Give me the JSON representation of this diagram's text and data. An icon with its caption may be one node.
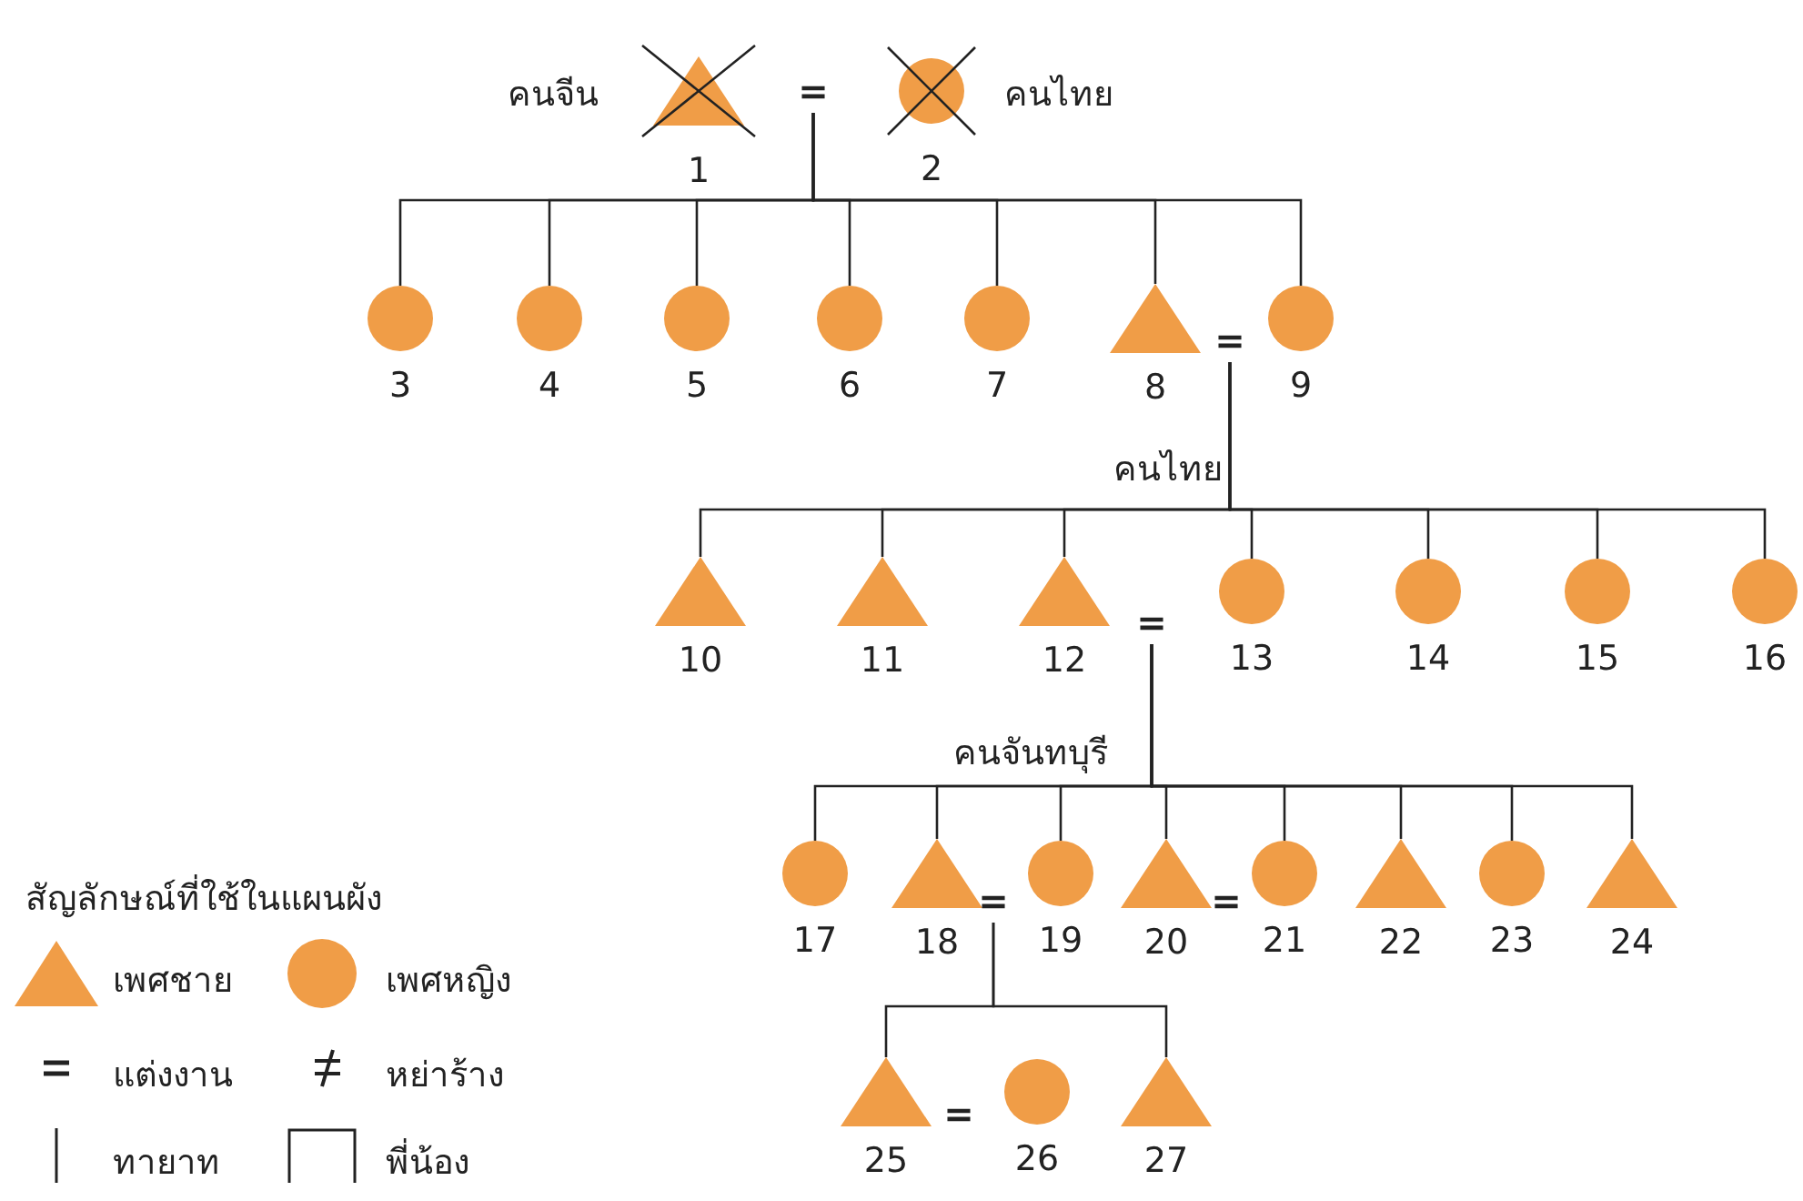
{
  "diagram": {
    "nodes": [
      {
        "text": [],
        "shape": "crossed-triangle",
        "beside": [
          "คนจีน",
          "1"
        ]
      },
      {
        "text": [
          "="
        ]
      },
      {
        "text": [],
        "shape": "crossed-circle",
        "beside": [
          "คนไทย",
          "2"
        ]
      },
      {
        "text": [],
        "shape": "circle",
        "beside": [
          "3"
        ]
      },
      {
        "text": [],
        "shape": "circle",
        "beside": [
          "4"
        ]
      },
      {
        "text": [],
        "shape": "circle",
        "beside": [
          "5"
        ]
      },
      {
        "text": [],
        "shape": "circle",
        "beside": [
          "6"
        ]
      },
      {
        "text": [],
        "shape": "circle",
        "beside": [
          "7"
        ]
      },
      {
        "text": [],
        "shape": "triangle",
        "beside": [
          "8"
        ]
      },
      {
        "text": [
          "="
        ]
      },
      {
        "text": [],
        "shape": "circle",
        "beside": [
          "9"
        ]
      },
      {
        "text": [],
        "shape": "triangle",
        "beside": [
          "10"
        ]
      },
      {
        "text": [],
        "shape": "triangle",
        "beside": [
          "11"
        ]
      },
      {
        "text": [],
        "shape": "triangle",
        "beside": [
          "12"
        ]
      },
      {
        "text": [
          "="
        ]
      },
      {
        "text": [],
        "shape": "circle",
        "beside": [
          "13"
        ]
      },
      {
        "text": [],
        "shape": "circle",
        "beside": [
          "14"
        ]
      },
      {
        "text": [],
        "shape": "circle",
        "beside": [
          "15"
        ]
      },
      {
        "text": [],
        "shape": "circle",
        "beside": [
          "16"
        ]
      },
      {
        "text": [],
        "shape": "circle",
        "beside": [
          "17"
        ]
      },
      {
        "text": [],
        "shape": "triangle",
        "beside": [
          "18"
        ]
      },
      {
        "text": [
          "="
        ]
      },
      {
        "text": [],
        "shape": "circle",
        "beside": [
          "19"
        ]
      },
      {
        "text": [],
        "shape": "triangle",
        "beside": [
          "20"
        ]
      },
      {
        "text": [],
        "shape": "circle",
        "beside": [
          "21"
        ]
      },
      {
        "text": [],
        "shape": "triangle",
        "beside": [
          "22"
        ]
      },
      {
        "text": [],
        "shape": "circle",
        "beside": [
          "23"
        ]
      },
      {
        "text": [],
        "shape": "triangle",
        "beside": [
          "24"
        ]
      },
      {
        "text": [],
        "shape": "triangle",
        "beside": [
          "25"
        ]
      },
      {
        "text": [],
        "shape": "circle",
        "beside": [
          "26"
        ]
      },
      {
        "text": [],
        "shape": "triangle",
        "beside": [
          "27"
        ]
      }
    ],
    "edges": [
      {
        "from": 1,
        "to": 3,
        "arrow": "none"
      },
      {
        "from": 1,
        "to": 4,
        "arrow": "none"
      },
      {
        "from": 1,
        "to": 5,
        "arrow": "none"
      },
      {
        "from": 1,
        "to": 6,
        "arrow": "none"
      },
      {
        "from": 1,
        "to": 7,
        "arrow": "none"
      },
      {
        "from": 1,
        "to": 8,
        "arrow": "none"
      },
      {
        "from": 1,
        "to": 10,
        "arrow": "none"
      },
      {
        "from": 9,
        "to": 11,
        "arrow": "none"
      },
      {
        "from": 9,
        "to": 12,
        "arrow": "none"
      },
      {
        "from": 9,
        "to": 13,
        "arrow": "none"
      },
      {
        "from": 9,
        "to": 15,
        "arrow": "none"
      },
      {
        "from": 9,
        "to": 16,
        "arrow": "none"
      },
      {
        "from": 9,
        "to": 17,
        "arrow": "none"
      },
      {
        "from": 9,
        "to": 18,
        "arrow": "none"
      },
      {
        "from": 14,
        "to": 19,
        "arrow": "none"
      },
      {
        "from": 14,
        "to": 20,
        "arrow": "none"
      },
      {
        "from": 14,
        "to": 22,
        "arrow": "none"
      },
      {
        "from": 14,
        "to": 23,
        "arrow": "none"
      },
      {
        "from": 14,
        "to": 24,
        "arrow": "none"
      },
      {
        "from": 14,
        "to": 25,
        "arrow": "none"
      },
      {
        "from": 14,
        "to": 26,
        "arrow": "none"
      },
      {
        "from": 14,
        "to": 27,
        "arrow": "none"
      },
      {
        "from": 21,
        "to": 28,
        "arrow": "none"
      },
      {
        "from": 21,
        "to": 30,
        "arrow": "none"
      }
    ],
    "labels": [
      "คนไทย",
      "คนจันทบุรี",
      "สัญลักษณ์ที่ใช้ในแผนผัง",
      "=",
      "="
    ],
    "legend": [
      {
        "text": "เพศชาย"
      },
      {
        "text": "เพศหญิง"
      },
      {
        "text": "แต่งงาน"
      },
      {
        "text": "หย่าร้าง"
      },
      {
        "text": "ทายาท"
      },
      {
        "text": "พี่น้อง"
      }
    ]
  }
}
